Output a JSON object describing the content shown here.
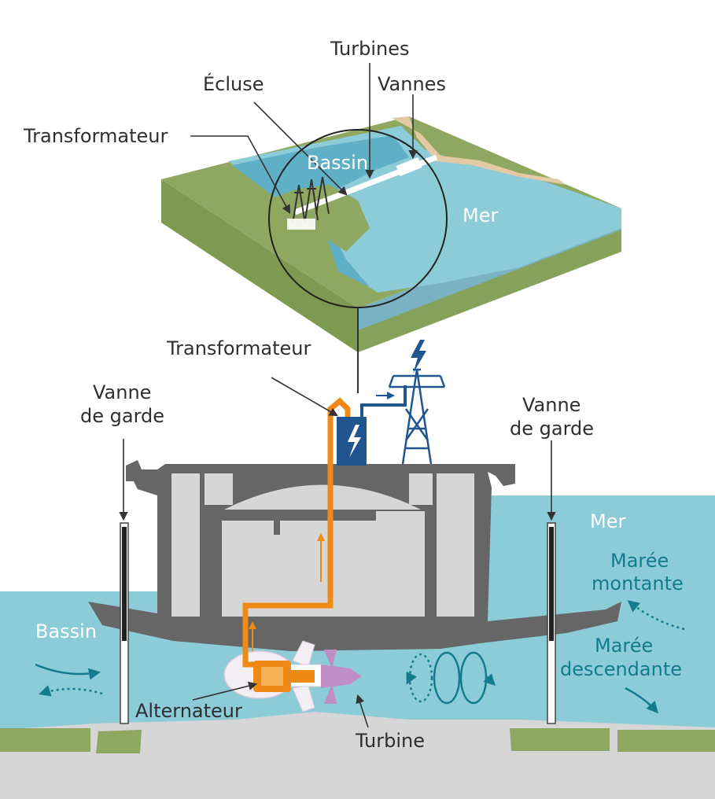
{
  "labels": {
    "turbines": "Turbines",
    "ecluse": "Écluse",
    "vannes": "Vannes",
    "transformateur_top": "Transformateur",
    "bassin_top": "Bassin",
    "mer_top": "Mer",
    "transformateur_mid": "Transformateur",
    "vanne_garde_left_1": "Vanne",
    "vanne_garde_left_2": "de garde",
    "vanne_garde_right_1": "Vanne",
    "vanne_garde_right_2": "de garde",
    "mer_side": "Mer",
    "maree_montante_1": "Marée",
    "maree_montante_2": "montante",
    "maree_descendante_1": "Marée",
    "maree_descendante_2": "descendante",
    "bassin_side": "Bassin",
    "alternateur": "Alternateur",
    "turbine": "Turbine"
  },
  "icons": {
    "lightning": "lightning-bolt-icon",
    "pylon": "power-pylon-icon"
  },
  "colors": {
    "water_sea": "#8ccbd8",
    "water_basin": "#6fb9cc",
    "land_green": "#8fa861",
    "concrete": "#666666",
    "concrete_light": "#d6d6d6",
    "energy_orange": "#f08a16",
    "electric_blue": "#20558f",
    "arrow_teal": "#137c8c",
    "rotor_purple": "#c08ec6"
  }
}
